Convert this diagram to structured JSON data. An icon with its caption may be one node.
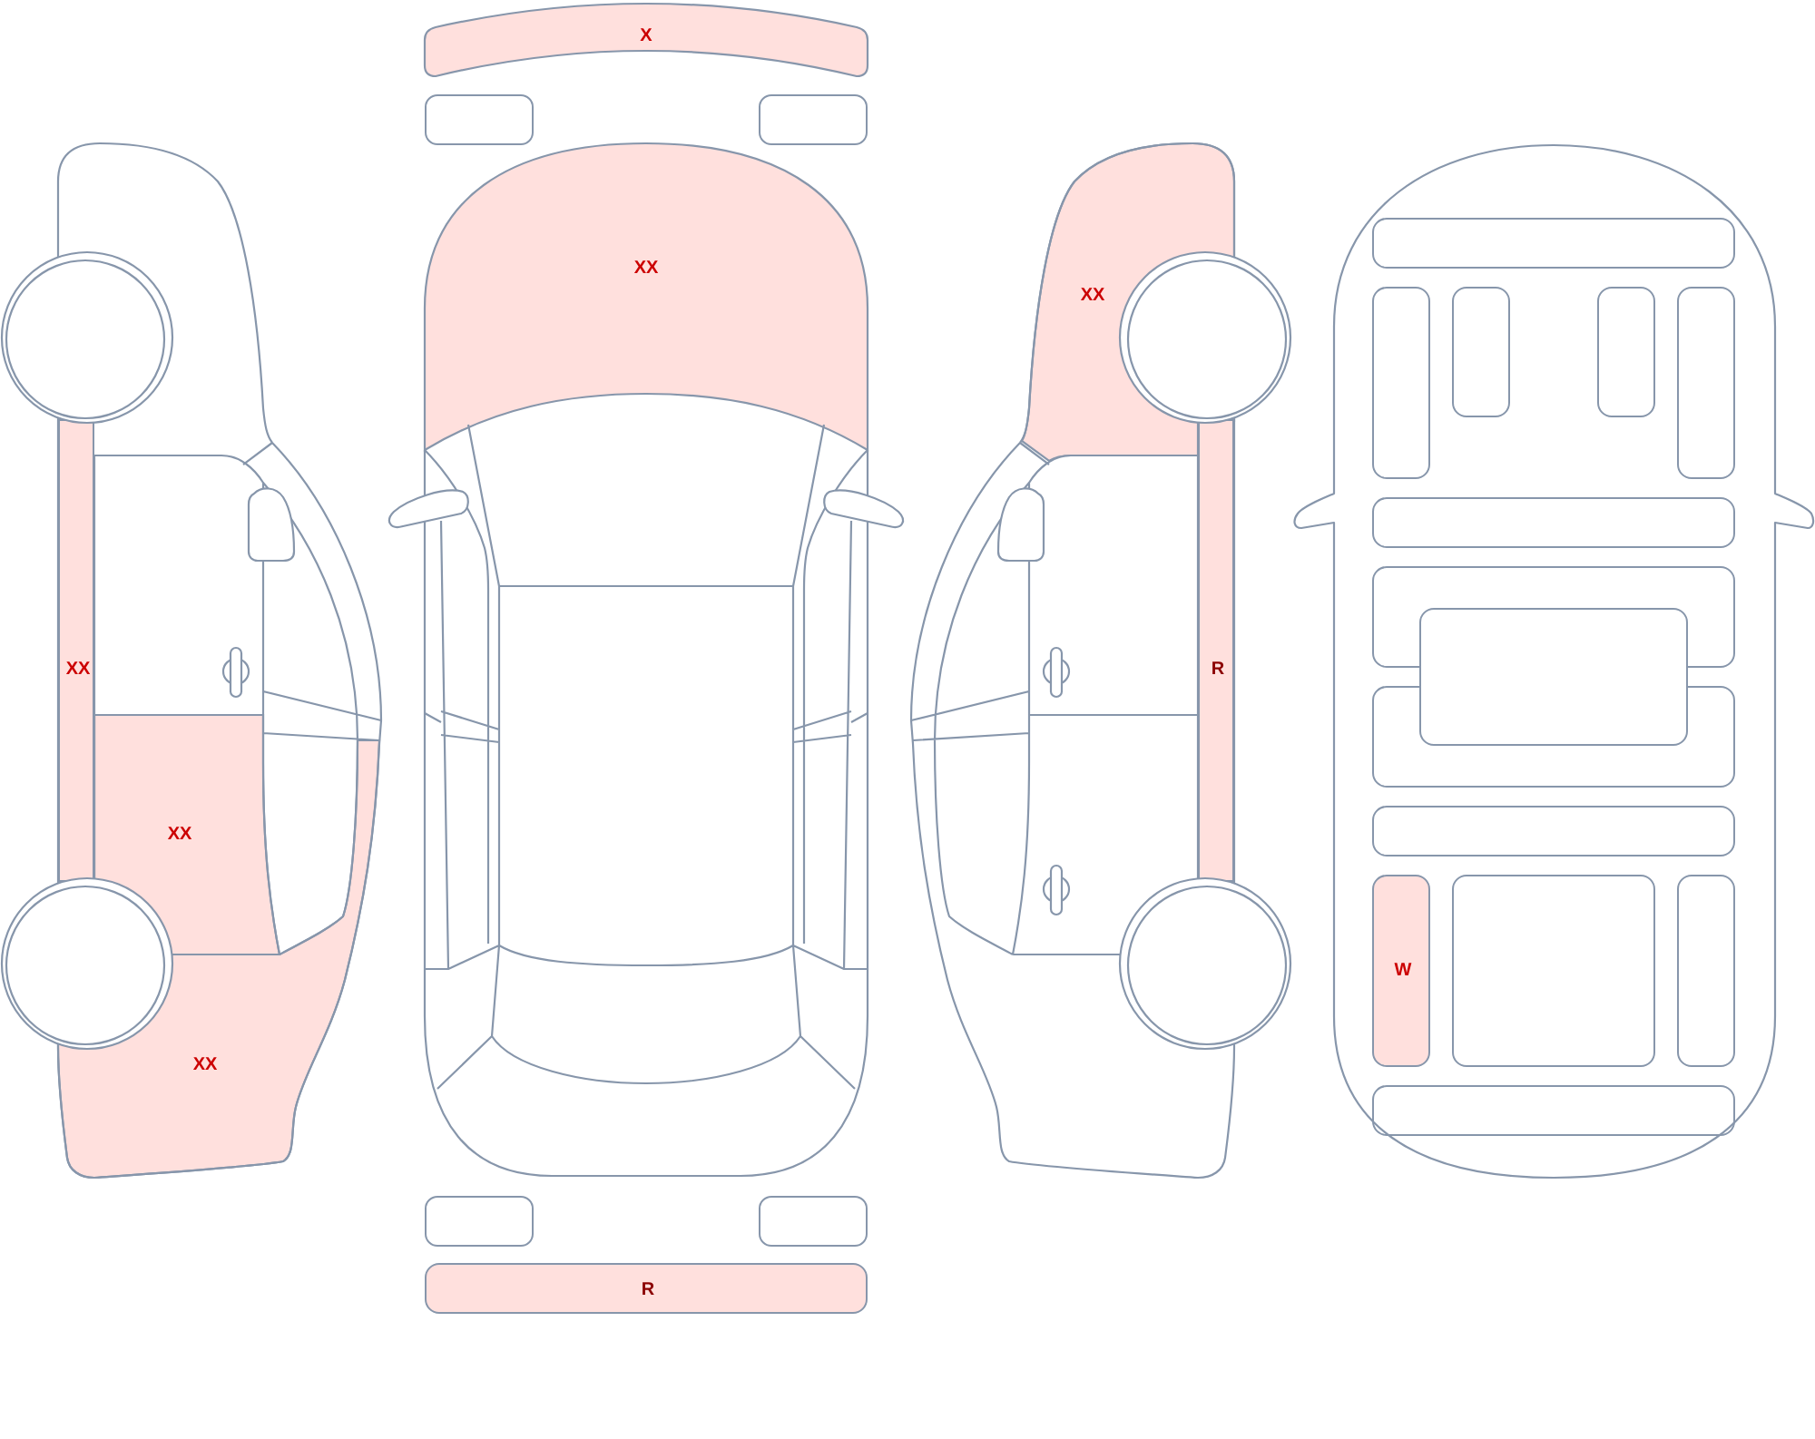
{
  "diagram": {
    "nodes": [
      {
        "text": [
          "XX"
        ]
      },
      {
        "text": [
          "XX"
        ]
      },
      {
        "text": [
          "XX"
        ]
      },
      {
        "text": [
          "X"
        ]
      },
      {
        "text": [],
        "shape": "box"
      },
      {
        "text": [],
        "shape": "box"
      },
      {
        "text": [
          "XX"
        ]
      },
      {
        "text": [],
        "shape": "box"
      },
      {
        "text": [],
        "shape": "box"
      },
      {
        "text": [
          "R"
        ]
      },
      {
        "text": [
          "XX"
        ]
      },
      {
        "text": [
          "R"
        ]
      },
      {
        "text": [],
        "shape": "box"
      },
      {
        "text": [],
        "shape": "box"
      },
      {
        "text": [],
        "shape": "box"
      },
      {
        "text": [],
        "shape": "box"
      },
      {
        "text": [],
        "shape": "box"
      },
      {
        "text": [],
        "shape": "box"
      },
      {
        "text": [],
        "shape": "box"
      },
      {
        "text": [],
        "shape": "box"
      },
      {
        "text": [],
        "shape": "box"
      },
      {
        "text": [],
        "shape": "box"
      },
      {
        "text": [
          "W"
        ]
      },
      {
        "text": [],
        "shape": "box"
      },
      {
        "text": [],
        "shape": "box"
      },
      {
        "text": [],
        "shape": "box"
      }
    ]
  }
}
